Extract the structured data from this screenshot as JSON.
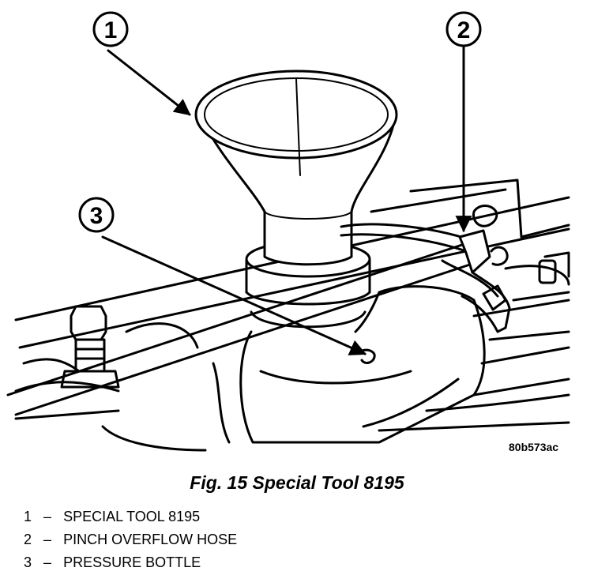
{
  "figure": {
    "reference_code": "80b573ac",
    "caption": "Fig. 15 Special Tool 8195"
  },
  "callouts": [
    {
      "number": "1"
    },
    {
      "number": "2"
    },
    {
      "number": "3"
    }
  ],
  "legend": [
    {
      "number": "1",
      "separator": "–",
      "text": "SPECIAL TOOL 8195"
    },
    {
      "number": "2",
      "separator": "–",
      "text": "PINCH OVERFLOW HOSE"
    },
    {
      "number": "3",
      "separator": "–",
      "text": "PRESSURE BOTTLE"
    }
  ]
}
